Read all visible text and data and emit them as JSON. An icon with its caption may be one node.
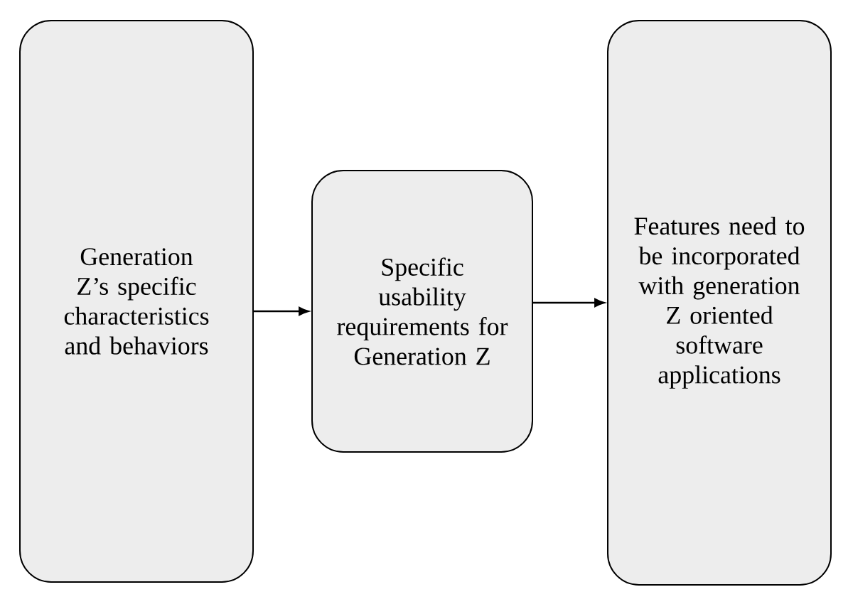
{
  "diagram": {
    "nodes": [
      {
        "text": [
          "Generation Z’s specific characteristics and behaviors"
        ]
      },
      {
        "text": [
          "Specific usability requirements for Generation Z"
        ]
      },
      {
        "text": [
          "Features need to be incorporated with generation Z oriented software applications"
        ]
      }
    ],
    "edges": [
      {
        "from": 0,
        "to": 1,
        "arrow": "to"
      },
      {
        "from": 1,
        "to": 2,
        "arrow": "to"
      }
    ]
  }
}
